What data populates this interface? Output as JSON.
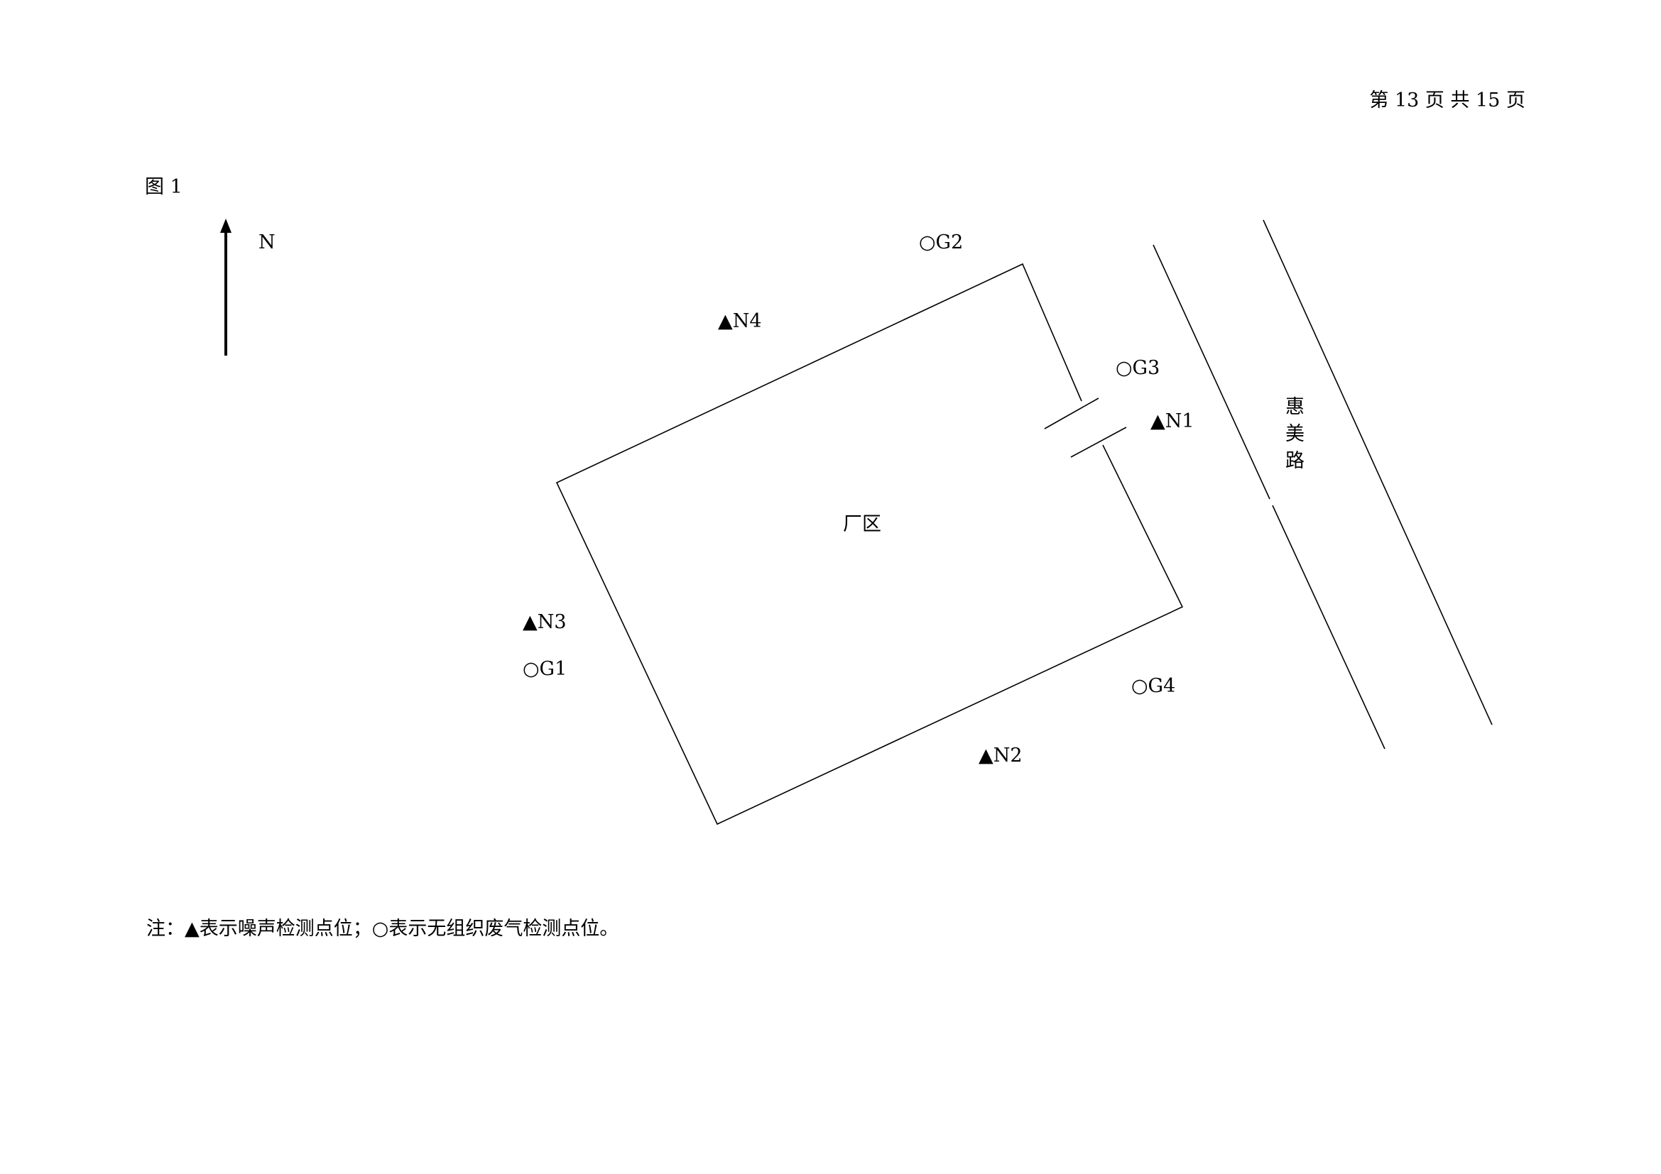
{
  "header": {
    "page_indicator": "第 13 页 共 15 页"
  },
  "figure": {
    "title": "图 1",
    "north_label": "N",
    "plant_label": "厂区",
    "road_label": [
      "惠",
      "美",
      "路"
    ],
    "points": {
      "G1": "○G1",
      "G2": "○G2",
      "G3": "○G3",
      "G4": "○G4",
      "N1": "▲N1",
      "N2": "▲N2",
      "N3": "▲N3",
      "N4": "▲N4"
    }
  },
  "note": "注：▲表示噪声检测点位；○表示无组织废气检测点位。"
}
